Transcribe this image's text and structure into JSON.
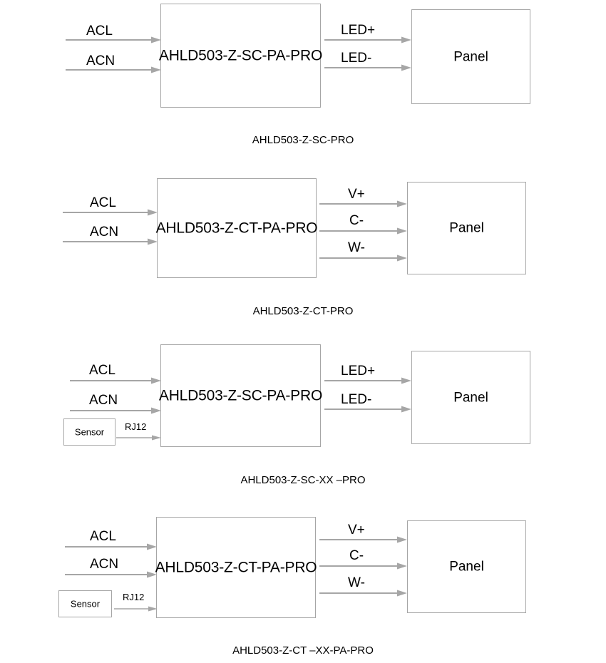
{
  "page": {
    "title": "AHLD503 Wiring Block Diagrams",
    "background_color": "#ffffff",
    "line_color": "#a6a6a6",
    "text_color": "#000000"
  },
  "common": {
    "panel_label": "Panel",
    "sensor_label": "Sensor",
    "rj12_label": "RJ12",
    "acl_label": "ACL",
    "acn_label": "ACN"
  },
  "diagrams": [
    {
      "id": "diagram-1",
      "caption": "AHLD503-Z-SC-PRO",
      "driver_label": "AHLD503-Z-SC-PA-PRO",
      "panel_label": "Panel",
      "inputs": [
        {
          "label": "ACL"
        },
        {
          "label": "ACN"
        }
      ],
      "outputs": [
        {
          "label": "LED+"
        },
        {
          "label": "LED-"
        }
      ],
      "has_sensor": false
    },
    {
      "id": "diagram-2",
      "caption": "AHLD503-Z-CT-PRO",
      "driver_label": "AHLD503-Z-CT-PA-PRO",
      "panel_label": "Panel",
      "inputs": [
        {
          "label": "ACL"
        },
        {
          "label": "ACN"
        }
      ],
      "outputs": [
        {
          "label": "V+"
        },
        {
          "label": "C-"
        },
        {
          "label": "W-"
        }
      ],
      "has_sensor": false
    },
    {
      "id": "diagram-3",
      "caption": "AHLD503-Z-SC-XX –PRO",
      "driver_label": "AHLD503-Z-SC-PA-PRO",
      "panel_label": "Panel",
      "inputs": [
        {
          "label": "ACL"
        },
        {
          "label": "ACN"
        }
      ],
      "outputs": [
        {
          "label": "LED+"
        },
        {
          "label": "LED-"
        }
      ],
      "has_sensor": true,
      "sensor_label": "Sensor",
      "sensor_link_label": "RJ12"
    },
    {
      "id": "diagram-4",
      "caption": "AHLD503-Z-CT –XX-PA-PRO",
      "driver_label": "AHLD503-Z-CT-PA-PRO",
      "panel_label": "Panel",
      "inputs": [
        {
          "label": "ACL"
        },
        {
          "label": "ACN"
        }
      ],
      "outputs": [
        {
          "label": "V+"
        },
        {
          "label": "C-"
        },
        {
          "label": "W-"
        }
      ],
      "has_sensor": true,
      "sensor_label": "Sensor",
      "sensor_link_label": "RJ12"
    }
  ]
}
